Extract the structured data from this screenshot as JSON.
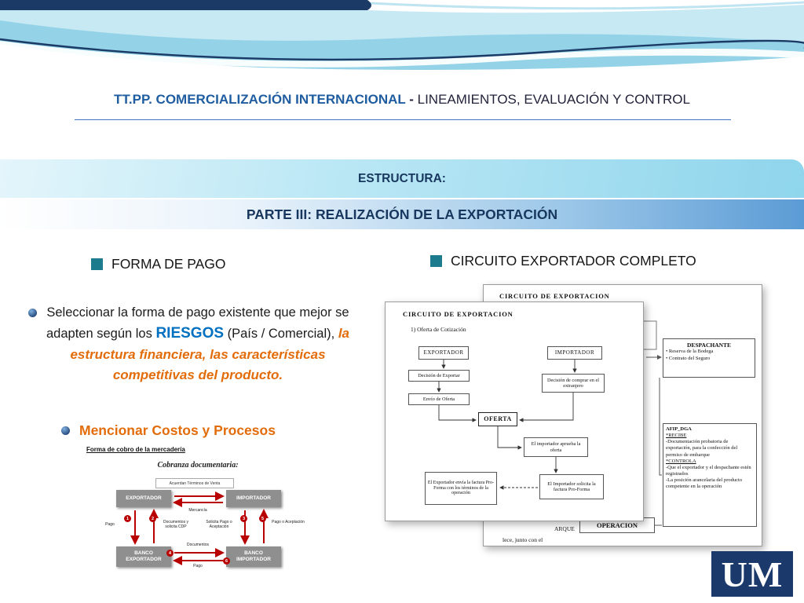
{
  "header": {
    "title_main": "TT.PP. COMERCIALIZACIÓN INTERNACIONAL",
    "title_sep": " - ",
    "title_sub": "LINEAMIENTOS, EVALUACIÓN Y CONTROL"
  },
  "bands": {
    "estructura": "ESTRUCTURA:",
    "parte3": "PARTE III: REALIZACIÓN DE LA EXPORTACIÓN"
  },
  "left": {
    "heading": "FORMA DE PAGO",
    "para": {
      "p1": "Seleccionar la forma de pago existente que mejor se adapten según los ",
      "riesgos": "RIESGOS",
      "p2": " (País / Comercial), ",
      "p3": "la estructura financiera, las características competitivas del producto.",
      "sub": "Mencionar Costos y Procesos"
    },
    "figure": {
      "title": "Forma de cobro de la mercadería",
      "subtitle": "Cobranza documentaria:",
      "terms": "Acuerdan Términos de Venta",
      "mercancia": "Mercancía",
      "exportador": "EXPORTADOR",
      "importador": "IMPORTADOR",
      "banco_exportador": "BANCO EXPORTADOR",
      "banco_importador": "BANCO IMPORTADOR",
      "label_pago": "Pago",
      "label_docs": "Documentos y solicita CDP",
      "label_solicita": "Solicita Pago o Aceptación",
      "label_pago_acept": "Pago o Aceptación",
      "label_documentos": "Documentos",
      "label_pago2": "Pago",
      "n1": "1",
      "n2": "2",
      "n3": "3",
      "n4": "4",
      "n5": "5",
      "n6": "6"
    }
  },
  "right": {
    "heading": "CIRCUITO EXPORTADOR COMPLETO",
    "back": {
      "title": "CIRCUITO DE EXPORTACION",
      "despachante_title": "DESPACHANTE",
      "despachante_items": [
        "•  Reserva de la Bodega",
        "•  Contrato del Seguro"
      ],
      "afip_title": "AFIP_DGA",
      "afip_recibe": "*RECIBE",
      "afip_l1": "-Documentación probatoria de exportación, para la confección del permiso de embarque",
      "afip_controla": "*CONTROLA",
      "afip_l2": "-Que el exportador y el despachante estén registrados",
      "afip_l3": "-La posición arancelaria del producto competente en la operación",
      "operacion": "OPERACION",
      "frag1": "ARQUE",
      "frag2": "lece, junto con el"
    },
    "front": {
      "title": "CIRCUITO DE EXPORTACION",
      "step1": "1)  Oferta de Cotización",
      "exportador": "EXPORTADOR",
      "importador": "IMPORTADOR",
      "decision_exp": "Decisión de Exportar",
      "decision_imp": "Decisión de comprar en el extranjero",
      "envio": "Envío de Oferta",
      "oferta": "OFERTA",
      "aprueba": "El importador aprueba la oferta",
      "envia": "El Exportador envía la factura Pro-Forma con los términos de la operación",
      "solicita": "El Importador solicita la factura Pro-Forma"
    }
  },
  "logo": "UM",
  "colors": {
    "title_blue": "#1f5da0",
    "riesgos_blue": "#0070c0",
    "orange": "#e36c0a",
    "teal_bullet": "#1c7b8c",
    "navy": "#17375e",
    "red_arrows": "#b90000",
    "logo_bg": "#1b3a6b"
  }
}
